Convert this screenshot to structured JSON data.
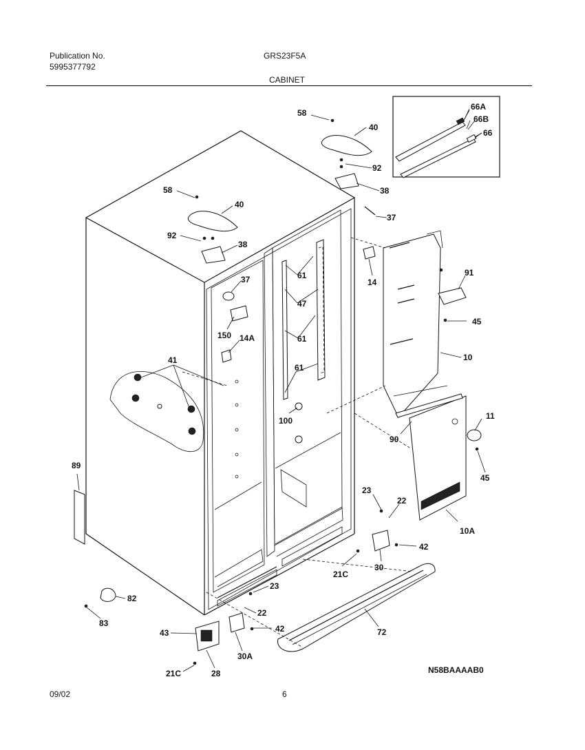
{
  "header": {
    "publication_label": "Publication No.",
    "publication_number": "5995377792",
    "model": "GRS23F5A",
    "section_title": "CABINET"
  },
  "footer": {
    "date": "09/02",
    "page_number": "6",
    "diagram_code": "N58BAAAAB0"
  },
  "parts": [
    {
      "id": "lbl-58-top",
      "text": "58"
    },
    {
      "id": "lbl-40-top",
      "text": "40"
    },
    {
      "id": "lbl-92-top",
      "text": "92"
    },
    {
      "id": "lbl-38-top",
      "text": "38"
    },
    {
      "id": "lbl-37-right",
      "text": "37"
    },
    {
      "id": "lbl-58-left",
      "text": "58"
    },
    {
      "id": "lbl-40-left",
      "text": "40"
    },
    {
      "id": "lbl-92-left",
      "text": "92"
    },
    {
      "id": "lbl-38-left",
      "text": "38"
    },
    {
      "id": "lbl-37-left",
      "text": "37"
    },
    {
      "id": "lbl-14",
      "text": "14"
    },
    {
      "id": "lbl-91",
      "text": "91"
    },
    {
      "id": "lbl-61-a",
      "text": "61"
    },
    {
      "id": "lbl-47",
      "text": "47"
    },
    {
      "id": "lbl-61-b",
      "text": "61"
    },
    {
      "id": "lbl-61-c",
      "text": "61"
    },
    {
      "id": "lbl-45-a",
      "text": "45"
    },
    {
      "id": "lbl-10",
      "text": "10"
    },
    {
      "id": "lbl-150",
      "text": "150"
    },
    {
      "id": "lbl-14a",
      "text": "14A"
    },
    {
      "id": "lbl-41",
      "text": "41"
    },
    {
      "id": "lbl-100",
      "text": "100"
    },
    {
      "id": "lbl-11",
      "text": "11"
    },
    {
      "id": "lbl-90",
      "text": "90"
    },
    {
      "id": "lbl-45-b",
      "text": "45"
    },
    {
      "id": "lbl-89",
      "text": "89"
    },
    {
      "id": "lbl-23-a",
      "text": "23"
    },
    {
      "id": "lbl-22-a",
      "text": "22"
    },
    {
      "id": "lbl-10a",
      "text": "10A"
    },
    {
      "id": "lbl-42-a",
      "text": "42"
    },
    {
      "id": "lbl-30",
      "text": "30"
    },
    {
      "id": "lbl-21c-a",
      "text": "21C"
    },
    {
      "id": "lbl-23-b",
      "text": "23"
    },
    {
      "id": "lbl-82",
      "text": "82"
    },
    {
      "id": "lbl-22-b",
      "text": "22"
    },
    {
      "id": "lbl-83",
      "text": "83"
    },
    {
      "id": "lbl-42-b",
      "text": "42"
    },
    {
      "id": "lbl-72",
      "text": "72"
    },
    {
      "id": "lbl-43",
      "text": "43"
    },
    {
      "id": "lbl-30a",
      "text": "30A"
    },
    {
      "id": "lbl-21c-b",
      "text": "21C"
    },
    {
      "id": "lbl-28",
      "text": "28"
    },
    {
      "id": "lbl-66a",
      "text": "66A"
    },
    {
      "id": "lbl-66b",
      "text": "66B"
    },
    {
      "id": "lbl-66",
      "text": "66"
    }
  ]
}
